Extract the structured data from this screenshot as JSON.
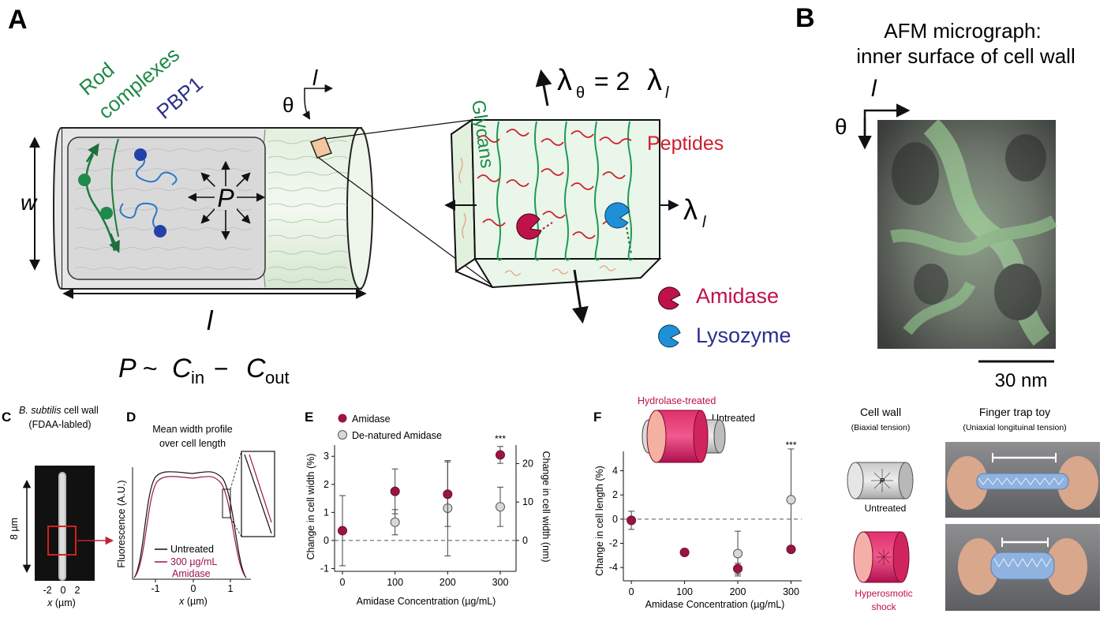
{
  "panelA": {
    "letter": "A",
    "rod_label_1": "Rod",
    "rod_label_2": "complexes",
    "pbp1_label": "PBP1",
    "glycans_label": "Glycans",
    "peptides_label": "Peptides",
    "pressure_symbol": "P",
    "width_symbol": "w",
    "length_symbol": "l",
    "theta_symbol": "θ",
    "length_dir_symbol": "l",
    "lambda_eq_lhs": "λ",
    "lambda_eq_sub1": "θ",
    "lambda_eq_mid": " = 2",
    "lambda_eq_rhs": "λ",
    "lambda_eq_sub2": "l",
    "lambda_l": "λ",
    "lambda_l_sub": "l",
    "legend_amidase": "Amidase",
    "legend_lysozyme": "Lysozyme",
    "formula_P": "P",
    "formula_tilde": " ~ ",
    "formula_C": "C",
    "formula_in": "in",
    "formula_minus": " − ",
    "formula_C2": "C",
    "formula_out": "out",
    "colors": {
      "rod": "#1f8a4a",
      "pbp1": "#2a2f8c",
      "peptides": "#cc1f2a",
      "amidase": "#c0124a",
      "lysozyme": "#1e90d8"
    }
  },
  "panelB": {
    "letter": "B",
    "title_line1": "AFM micrograph:",
    "title_line2": "inner surface of cell wall",
    "l_symbol": "l",
    "theta_symbol": "θ",
    "scalebar": "30 nm"
  },
  "panelC": {
    "letter": "C",
    "title_italic": "B. subtilis",
    "title_rest": " cell wall",
    "subtitle": "(FDAA-labled)",
    "scale_label": "8 µm",
    "xticks": [
      "-2",
      "0",
      "2"
    ],
    "xlabel_var": "x",
    "xlabel_unit": " (µm)"
  },
  "panelD": {
    "letter": "D",
    "title_line1": "Mean width profile",
    "title_line2": "over cell length",
    "ylabel": "Fluorescence (A.U.)",
    "xticks": [
      "-1",
      "0",
      "1"
    ],
    "xlabel_var": "x",
    "xlabel_unit": " (µm)",
    "legend_untreated": "Untreated",
    "legend_treated_1": "300 µg/mL",
    "legend_treated_2": "Amidase",
    "colors": {
      "untreated": "#111111",
      "treated": "#9a1350"
    }
  },
  "panelE_text": {
    "letter": "E",
    "legend_amidase": "Amidase",
    "legend_denatured": "De-natured Amidase",
    "ylabel_left": "Change in cell width (%)",
    "ylabel_right": "Change in cell width (nm)",
    "xlabel": "Amidase Concentration (µg/mL)",
    "significance": "***",
    "left_ticks": [
      "-1",
      "0",
      "1",
      "2",
      "3"
    ],
    "right_ticks": [
      "0",
      "10",
      "20"
    ],
    "xticks": [
      "0",
      "100",
      "200",
      "300"
    ]
  },
  "panelF_text": {
    "letter": "F",
    "label_treated": "Hydrolase-treated",
    "label_untreated": "Untreated",
    "ylabel": "Change in cell length (%)",
    "xlabel": "Amidase Concentration (µg/mL)",
    "significance": "***",
    "yticks": [
      "4",
      "2",
      "0",
      "-2",
      "-4"
    ],
    "xticks": [
      "0",
      "100",
      "200",
      "300"
    ]
  },
  "panelG": {
    "cellwall_title": "Cell wall",
    "cellwall_subtitle": "(Biaxial tension)",
    "fingertrap_title": "Finger trap toy",
    "fingertrap_subtitle": "(Uniaxial longituinal tension)",
    "untreated_label": "Untreated",
    "shock_label_1": "Hyperosmotic",
    "shock_label_2": "shock",
    "pressure_symbol": "P"
  },
  "chart_data": [
    {
      "type": "scatter",
      "panel": "E",
      "xlabel": "Amidase Concentration (µg/mL)",
      "ylabel": "Change in cell width (%)",
      "ylabel_right": "Change in cell width (nm)",
      "xlim": [
        -15,
        330
      ],
      "ylim": [
        -1.1,
        3.4
      ],
      "series": [
        {
          "name": "Amidase",
          "color": "#9b1446",
          "x": [
            0,
            100,
            200,
            300
          ],
          "y": [
            0.35,
            1.75,
            1.65,
            3.05
          ],
          "yerr": [
            1.25,
            0.8,
            1.15,
            0.3
          ]
        },
        {
          "name": "De-natured Amidase",
          "color": "#d8d8d8",
          "x": [
            100,
            200,
            300
          ],
          "y": [
            0.65,
            1.15,
            1.2
          ],
          "yerr": [
            0.45,
            1.7,
            0.7
          ]
        }
      ],
      "significance": [
        {
          "x": 300,
          "label": "***"
        }
      ]
    },
    {
      "type": "scatter",
      "panel": "F",
      "xlabel": "Amidase Concentration (µg/mL)",
      "ylabel": "Change in cell length (%)",
      "xlim": [
        -15,
        320
      ],
      "ylim": [
        -5.1,
        5.6
      ],
      "series": [
        {
          "color": "#9b1446",
          "x": [
            0,
            100,
            200,
            300
          ],
          "y": [
            -0.1,
            -2.75,
            -4.1,
            -2.5
          ],
          "yerr": [
            0.75,
            0.05,
            0.45,
            0.1
          ]
        },
        {
          "color": "#d8d8d8",
          "x": [
            200,
            300
          ],
          "y": [
            -2.85,
            1.6
          ],
          "yerr": [
            1.85,
            4.2
          ]
        }
      ],
      "significance": [
        {
          "x": 300,
          "label": "***"
        }
      ]
    }
  ]
}
